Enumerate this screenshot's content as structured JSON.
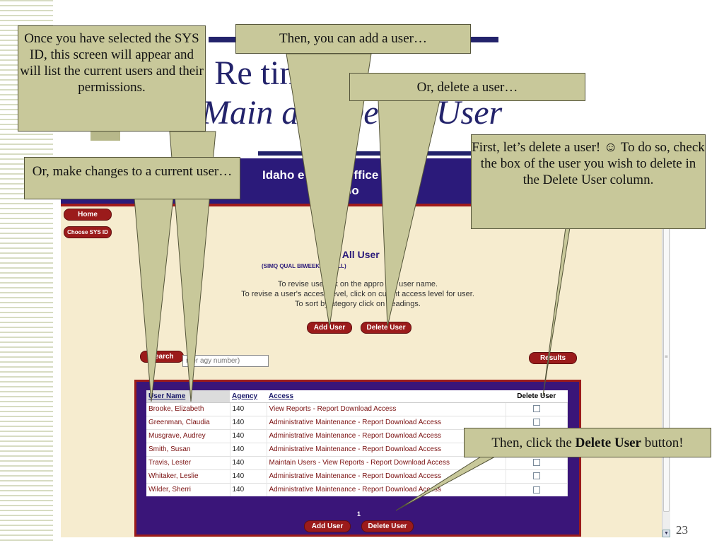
{
  "slide": {
    "title_line1": "e Re       ting:",
    "title_line2": "Main  anc   Delete User",
    "slide_number": "23"
  },
  "app": {
    "org_title": "Idaho     e Control      ffice",
    "org_subtitle": "ine Repo",
    "nav": {
      "home": "Home",
      "choose_sys": "Choose SYS ID"
    },
    "section_title": "ow All User",
    "section_sub": "(SIMQ         QUAL BIWEEKLY P      OLL)",
    "instructions": [
      "To revise user,   ck on the appro   ate user name.",
      "To revise a user's access  level, click on cu   ent access level for user.",
      "To sort by   ategory click on  headings."
    ],
    "buttons": {
      "add_user": "Add User",
      "delete_user": "Delete User",
      "search": "Search",
      "results": "Results"
    },
    "search_placeholder": "nter agy number)",
    "table": {
      "headers": {
        "user": "User Name",
        "agency": "Agency",
        "access": "Access",
        "delete": "Delete User"
      },
      "rows": [
        {
          "name": "Brooke, Elizabeth",
          "agency": "140",
          "access": "View Reports - Report Download Access"
        },
        {
          "name": "Greenman, Claudia",
          "agency": "140",
          "access": "Administrative Maintenance - Report Download Access"
        },
        {
          "name": "Musgrave, Audrey",
          "agency": "140",
          "access": "Administrative Maintenance - Report Download Access"
        },
        {
          "name": "Smith, Susan",
          "agency": "140",
          "access": "Administrative Maintenance - Report Download Access"
        },
        {
          "name": "Travis, Lester",
          "agency": "140",
          "access": "Maintain Users - View Reports - Report Download Access"
        },
        {
          "name": "Whitaker, Leslie",
          "agency": "140",
          "access": "Administrative Maintenance - Report Download Access"
        },
        {
          "name": "Wilder, Sherri",
          "agency": "140",
          "access": "Administrative Maintenance - Report Download Access"
        }
      ],
      "page": "1"
    }
  },
  "callouts": {
    "select_sys": "Once you have selected the SYS ID, this screen will appear and will list the current users and their permissions.",
    "add_user": "Then, you can add a user…",
    "delete_user": "Or, delete a user…",
    "make_changes": "Or, make changes to a current user…",
    "first_delete": "First, let’s delete a user! ☺ To do so, check the box of the user you wish to delete in the Delete User column.",
    "click_delete_prefix": "Then, click the ",
    "click_delete_bold": "Delete User",
    "click_delete_suffix": " button!"
  },
  "colors": {
    "header_purple": "#2b1a7a",
    "button_red": "#9b1b1b",
    "callout_olive": "#c8c89a",
    "app_bg": "#f6eccf"
  }
}
